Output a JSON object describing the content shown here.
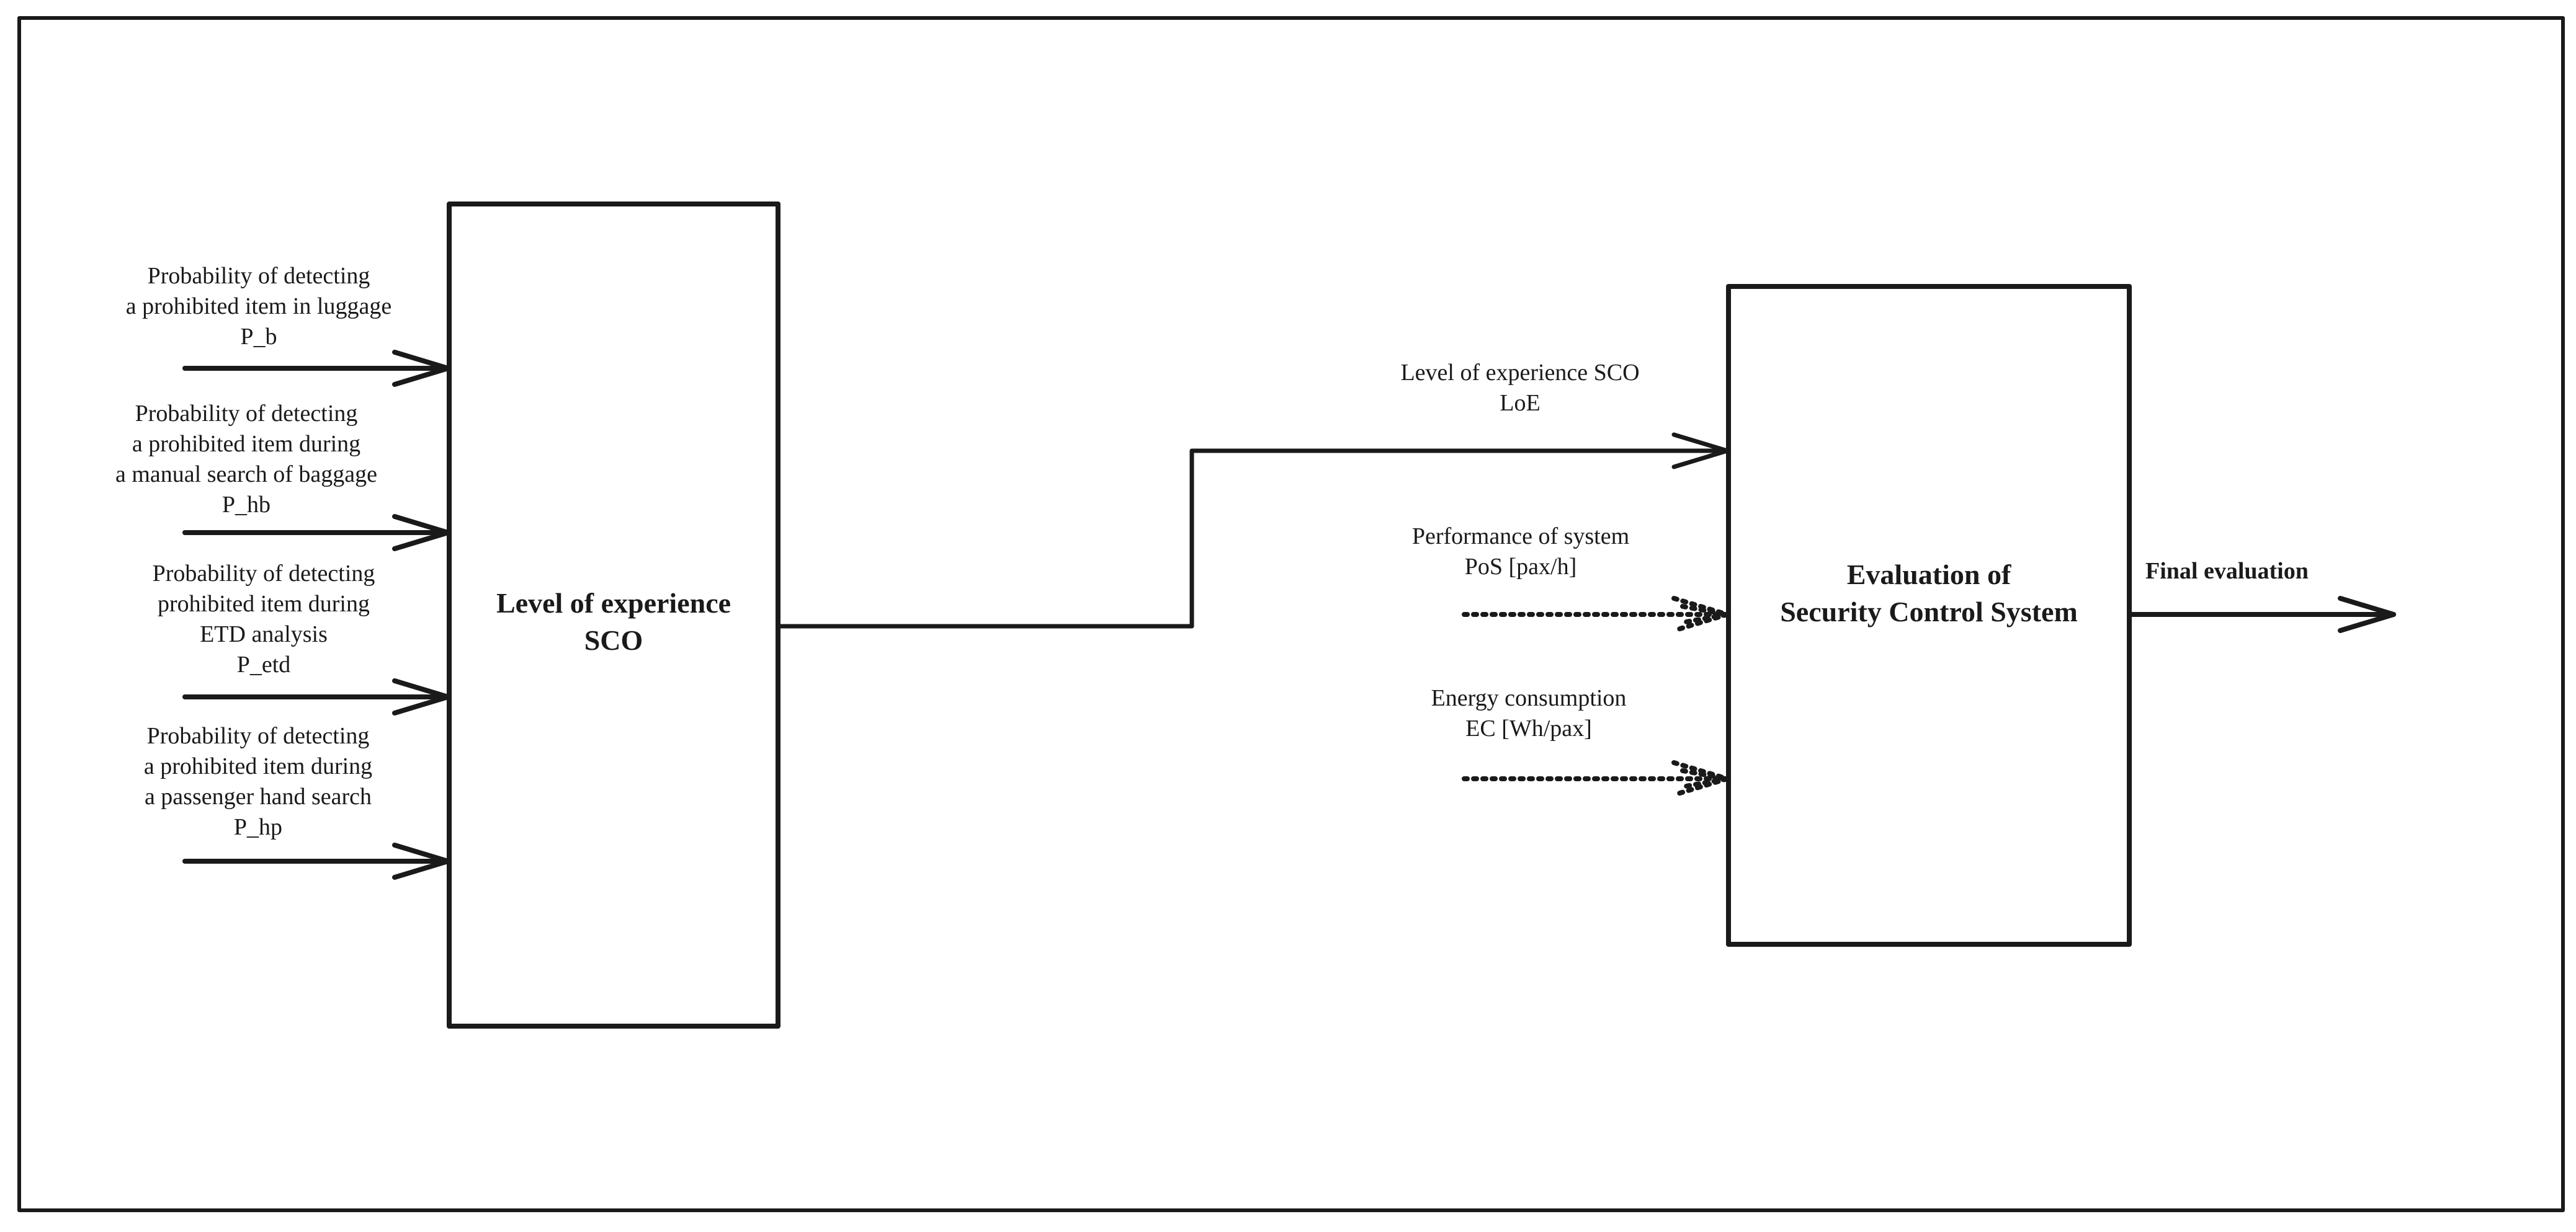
{
  "inputs": [
    {
      "lines": [
        "Probability of detecting",
        "a prohibited item in luggage",
        "P_b"
      ]
    },
    {
      "lines": [
        "Probability of detecting",
        "a prohibited item during",
        "a manual search  of baggage",
        "P_hb"
      ]
    },
    {
      "lines": [
        "Probability of detecting",
        "prohibited item during",
        "ETD analysis",
        "P_etd"
      ]
    },
    {
      "lines": [
        "Probability of detecting",
        "a prohibited item  during",
        "a passenger hand search",
        "P_hp"
      ]
    }
  ],
  "box_loe": {
    "line1": "Level of experience",
    "line2": "SCO"
  },
  "loe_link": {
    "line1": "Level of experience SCO",
    "line2": "LoE"
  },
  "pos_input": {
    "line1": "Performance of system",
    "line2": "PoS [pax/h]"
  },
  "ec_input": {
    "line1": "Energy consumption",
    "line2": "EC [Wh/pax]"
  },
  "box_eval": {
    "line1": "Evaluation of",
    "line2": "Security Control System"
  },
  "output": {
    "label": "Final evaluation"
  }
}
